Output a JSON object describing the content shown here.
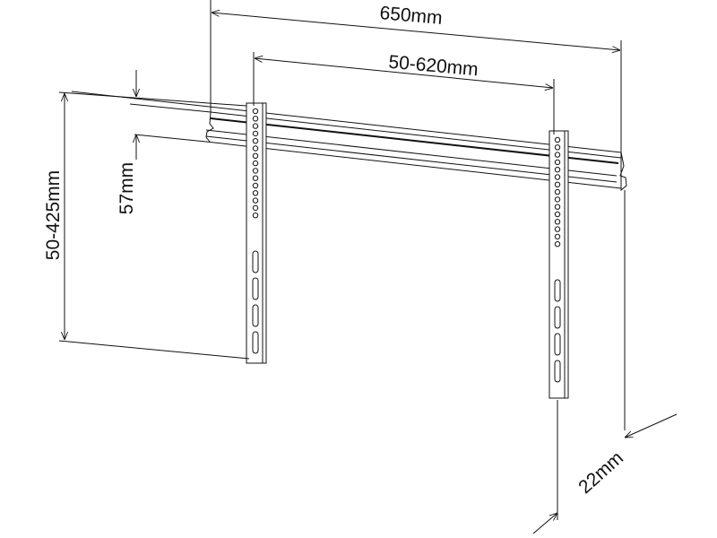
{
  "title": "TV wall mount bracket dimensions",
  "dimensions": {
    "overall_width": "650mm",
    "hole_spacing_horizontal": "50-620mm",
    "rail_height": "57mm",
    "hole_spacing_vertical": "50-425mm",
    "depth": "22mm"
  },
  "colors": {
    "line": "#111111",
    "background": "#ffffff"
  }
}
